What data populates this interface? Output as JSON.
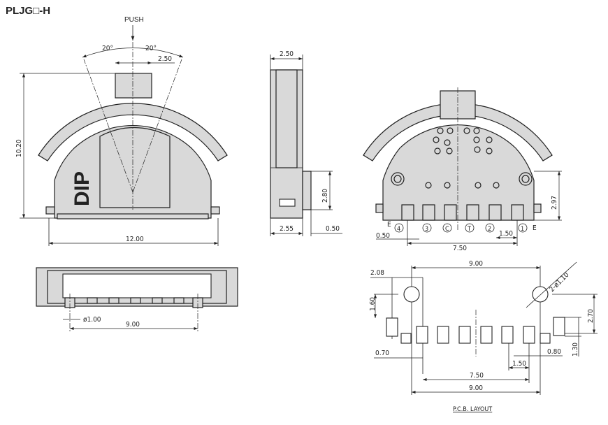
{
  "title": "PLJG□-H",
  "front_view": {
    "push_label": "PUSH",
    "angle_left": "20°",
    "angle_right": "20°",
    "actuator_width": "2.50",
    "height": "10.20",
    "width": "12.00",
    "marking": "DIP"
  },
  "side_view": {
    "top_width": "2.50",
    "tab_height": "2.80",
    "bottom_width": "2.55",
    "tab_offset": "0.50"
  },
  "rear_view": {
    "pins": [
      "4",
      "3",
      "C",
      "T",
      "2",
      "1"
    ],
    "ground_label": "E",
    "offset": "0.50",
    "pitch": "1.50",
    "span": "7.50",
    "height": "2.97"
  },
  "bottom_view": {
    "hole_dia": "ø1.00",
    "span": "9.00"
  },
  "pcb_layout": {
    "label": "P.C.B. LAYOUT",
    "hole_spacing": "9.00",
    "hole_offset": "2.08",
    "hole_vertical": "1.60",
    "hole_callout": "2-ø1.10",
    "height": "2.70",
    "pad_height": "1.30",
    "pad_left": "0.70",
    "pad_right": "0.80",
    "pitch": "1.50",
    "span": "7.50",
    "total": "9.00"
  }
}
